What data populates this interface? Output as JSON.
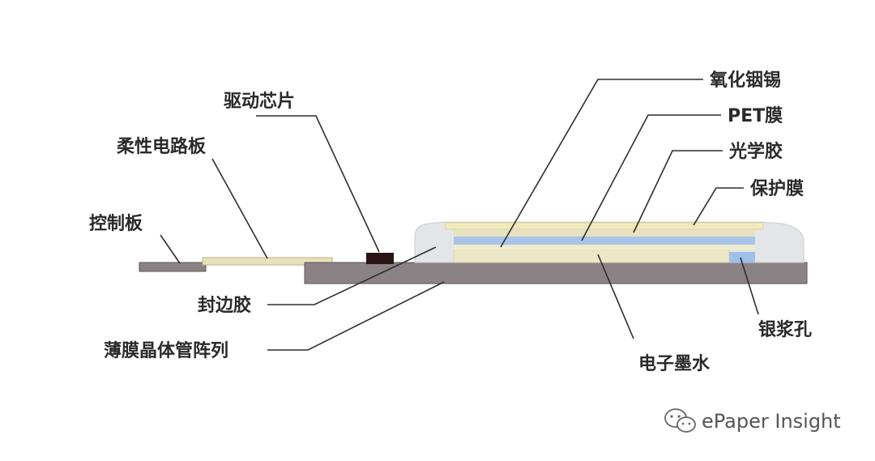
{
  "labels": {
    "driver_chip": "驱动芯片",
    "fpc": "柔性电路板",
    "control_board": "控制板",
    "edge_sealant": "封边胶",
    "tft_array": "薄膜晶体管阵列",
    "ito": "氧化铟锡",
    "pet_film": "PET膜",
    "optical_adhesive": "光学胶",
    "protective_film": "保护膜",
    "silver_paste_hole": "银浆孔",
    "e_ink": "电子墨水"
  },
  "watermark": {
    "text": "ePaper Insight",
    "icon": "wechat-icon"
  },
  "colors": {
    "substrate": "#8a8285",
    "substrate_edge": "#5e5659",
    "fpc": "#e9e2b8",
    "chip": "#2a1416",
    "sealant": "#e4e5e8",
    "protective": "#f1eab8",
    "optical": "#e7e2c0",
    "pet": "#a9c4e6",
    "ito": "#f0ecd0",
    "ink": "#ece7c4",
    "silver": "#9fc0e8"
  }
}
